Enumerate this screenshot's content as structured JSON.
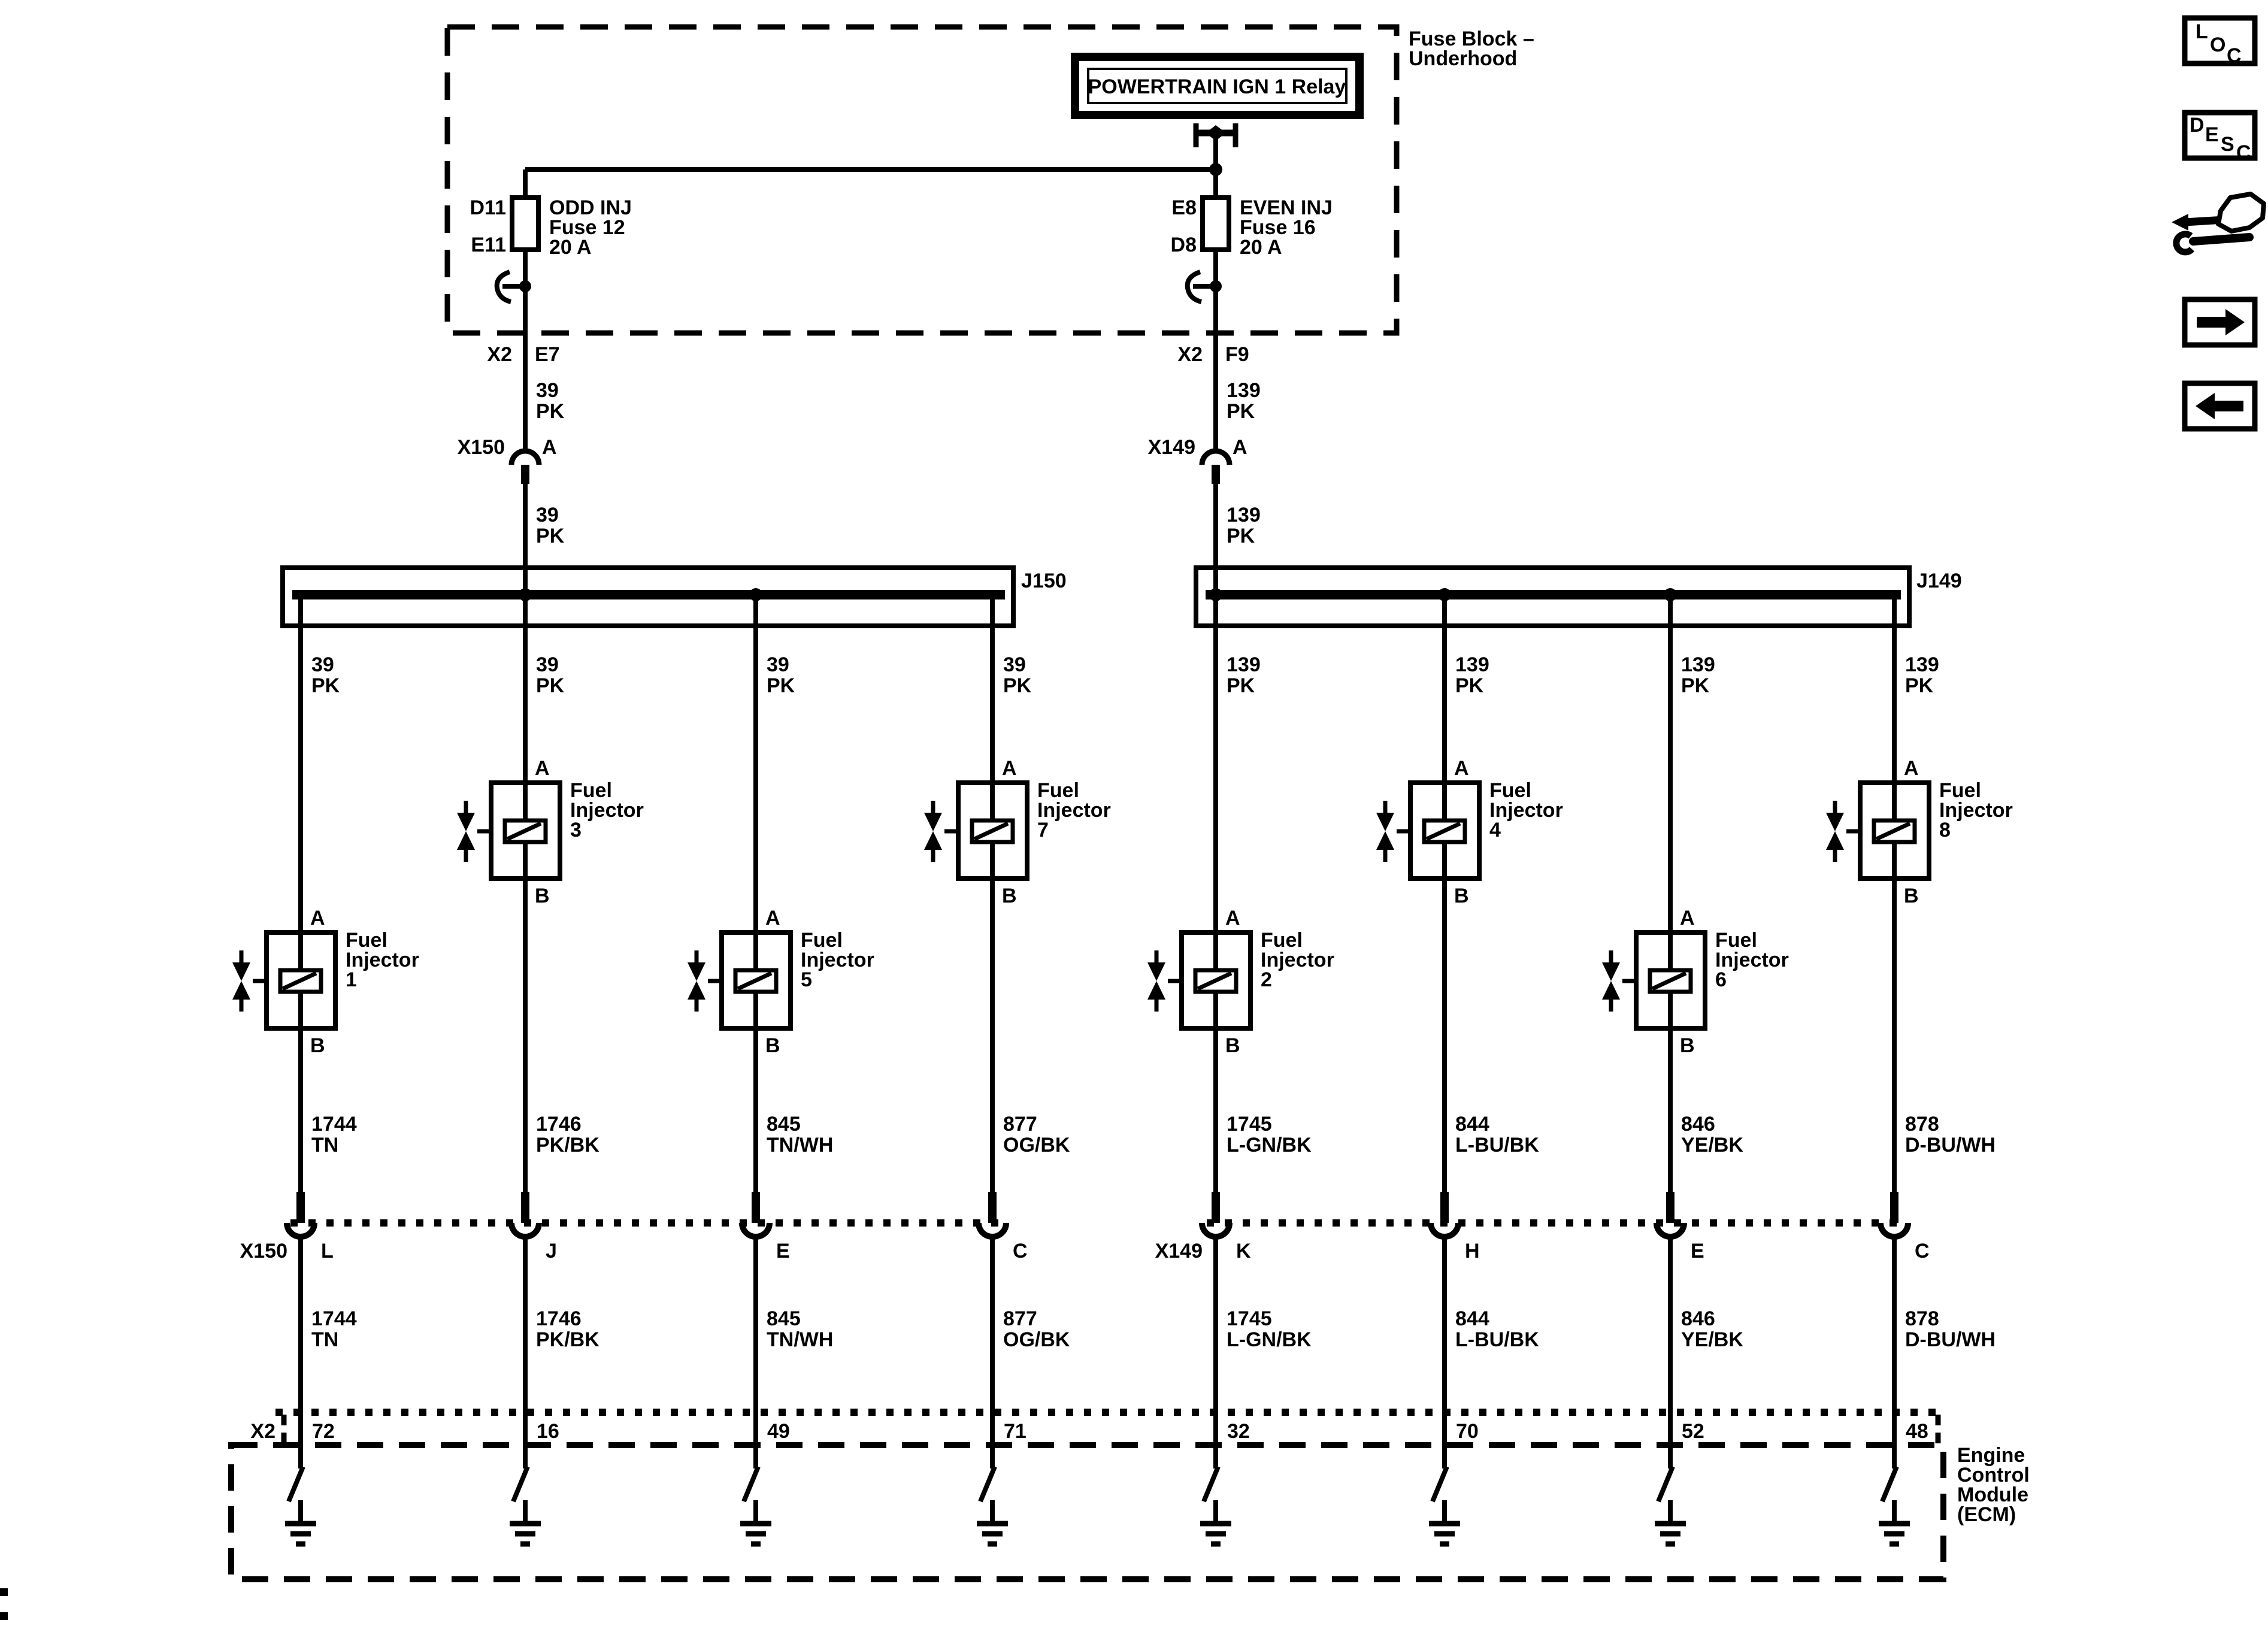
{
  "page": {
    "background": "#ffffff",
    "ink": "#000000"
  },
  "fuse_block": {
    "title_lines": [
      "Fuse Block –",
      "Underhood"
    ],
    "relay_label": "POWERTRAIN IGN 1 Relay",
    "fuses": [
      {
        "pin_top": "D11",
        "pin_bottom": "E11",
        "name": "ODD INJ",
        "id": "Fuse 12",
        "rating": "20 A"
      },
      {
        "pin_top": "E8",
        "pin_bottom": "D8",
        "name": "EVEN INJ",
        "id": "Fuse 16",
        "rating": "20 A"
      }
    ]
  },
  "feeds": [
    {
      "block_exit": {
        "connector": "X2",
        "cavity": "E7"
      },
      "wire": {
        "circuit": "39",
        "color": "PK"
      },
      "inline": {
        "connector": "X150",
        "cavity": "A"
      },
      "splice": "J150"
    },
    {
      "block_exit": {
        "connector": "X2",
        "cavity": "F9"
      },
      "wire": {
        "circuit": "139",
        "color": "PK"
      },
      "inline": {
        "connector": "X149",
        "cavity": "A"
      },
      "splice": "J149"
    }
  ],
  "branches": [
    {
      "feed": {
        "circuit": "39",
        "color": "PK"
      },
      "injector_lines": [
        "Fuel",
        "Injector",
        "1"
      ],
      "term_top": "A",
      "term_bottom": "B",
      "wire": {
        "circuit": "1744",
        "color": "TN"
      },
      "inline_pin": "L",
      "ecm_pin": "72"
    },
    {
      "feed": {
        "circuit": "39",
        "color": "PK"
      },
      "injector_lines": [
        "Fuel",
        "Injector",
        "3"
      ],
      "term_top": "A",
      "term_bottom": "B",
      "wire": {
        "circuit": "1746",
        "color": "PK/BK"
      },
      "inline_pin": "J",
      "ecm_pin": "16"
    },
    {
      "feed": {
        "circuit": "39",
        "color": "PK"
      },
      "injector_lines": [
        "Fuel",
        "Injector",
        "5"
      ],
      "term_top": "A",
      "term_bottom": "B",
      "wire": {
        "circuit": "845",
        "color": "TN/WH"
      },
      "inline_pin": "E",
      "ecm_pin": "49"
    },
    {
      "feed": {
        "circuit": "39",
        "color": "PK"
      },
      "injector_lines": [
        "Fuel",
        "Injector",
        "7"
      ],
      "term_top": "A",
      "term_bottom": "B",
      "wire": {
        "circuit": "877",
        "color": "OG/BK"
      },
      "inline_pin": "C",
      "ecm_pin": "71"
    },
    {
      "feed": {
        "circuit": "139",
        "color": "PK"
      },
      "injector_lines": [
        "Fuel",
        "Injector",
        "2"
      ],
      "term_top": "A",
      "term_bottom": "B",
      "wire": {
        "circuit": "1745",
        "color": "L-GN/BK"
      },
      "inline_pin": "K",
      "ecm_pin": "32"
    },
    {
      "feed": {
        "circuit": "139",
        "color": "PK"
      },
      "injector_lines": [
        "Fuel",
        "Injector",
        "4"
      ],
      "term_top": "A",
      "term_bottom": "B",
      "wire": {
        "circuit": "844",
        "color": "L-BU/BK"
      },
      "inline_pin": "H",
      "ecm_pin": "70"
    },
    {
      "feed": {
        "circuit": "139",
        "color": "PK"
      },
      "injector_lines": [
        "Fuel",
        "Injector",
        "6"
      ],
      "term_top": "A",
      "term_bottom": "B",
      "wire": {
        "circuit": "846",
        "color": "YE/BK"
      },
      "inline_pin": "E",
      "ecm_pin": "52"
    },
    {
      "feed": {
        "circuit": "139",
        "color": "PK"
      },
      "injector_lines": [
        "Fuel",
        "Injector",
        "8"
      ],
      "term_top": "A",
      "term_bottom": "B",
      "wire": {
        "circuit": "878",
        "color": "D-BU/WH"
      },
      "inline_pin": "C",
      "ecm_pin": "48"
    }
  ],
  "ecm": {
    "connector": "X2",
    "label_lines": [
      "Engine",
      "Control",
      "Module",
      "(ECM)"
    ]
  },
  "sidebar": {
    "loc_letters": [
      "L",
      "O",
      "C"
    ],
    "desc_letters": [
      "D",
      "E",
      "S",
      "C"
    ]
  }
}
